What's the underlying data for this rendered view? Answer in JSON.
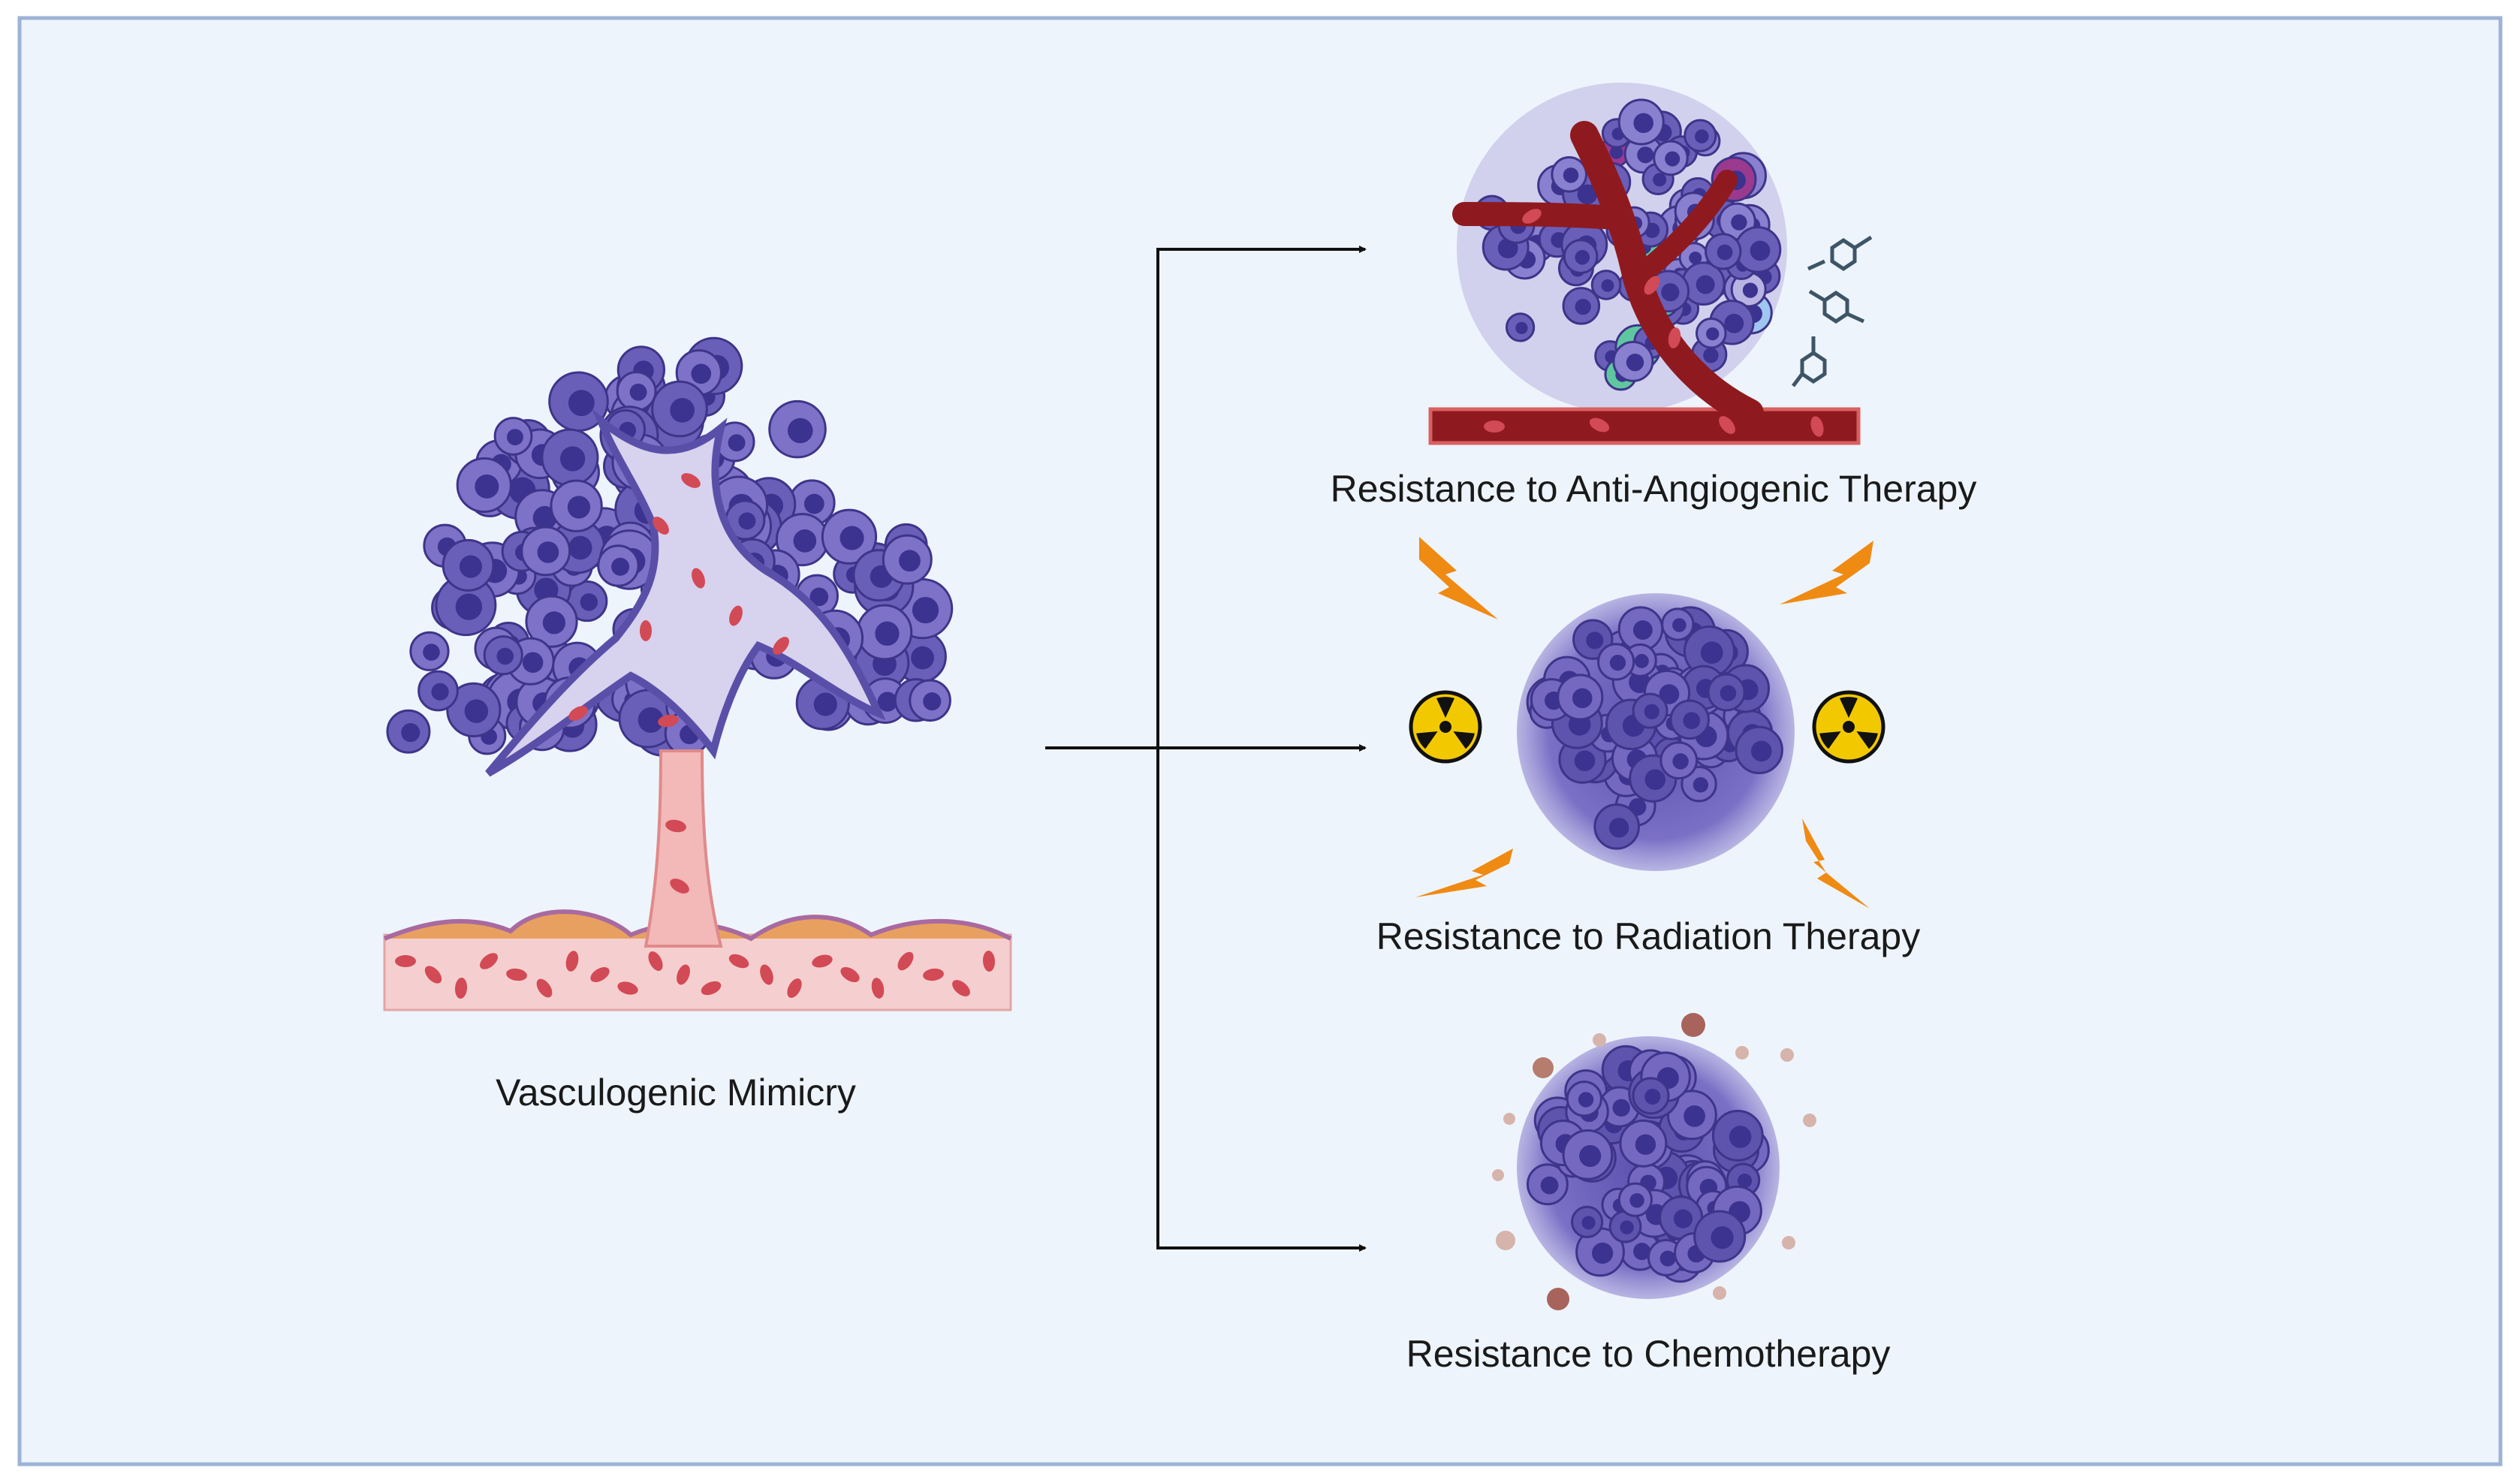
{
  "labels": {
    "vasculogenic_mimicry": "Vasculogenic Mimicry",
    "anti_angiogenic": "Resistance to Anti-Angiogenic Therapy",
    "radiation": "Resistance to Radiation Therapy",
    "chemotherapy": "Resistance to Chemotherapy"
  },
  "colors": {
    "panel_background": "#eef4fc",
    "panel_border": "#9db3d6",
    "tumor_cell": "#6a5fb8",
    "tumor_cell_dark": "#4a3f96",
    "blood_vessel": "#8e1a1f",
    "red_blood_cell": "#d24a55",
    "lightning": "#ef8a12",
    "radiation_symbol": "#f2c900",
    "arrow": "#111111"
  },
  "icons": [
    "tumor-mass-icon",
    "blood-vessel-icon",
    "lightning-icon",
    "radiation-symbol-icon",
    "drug-molecule-icon",
    "drug-particle-icon"
  ]
}
